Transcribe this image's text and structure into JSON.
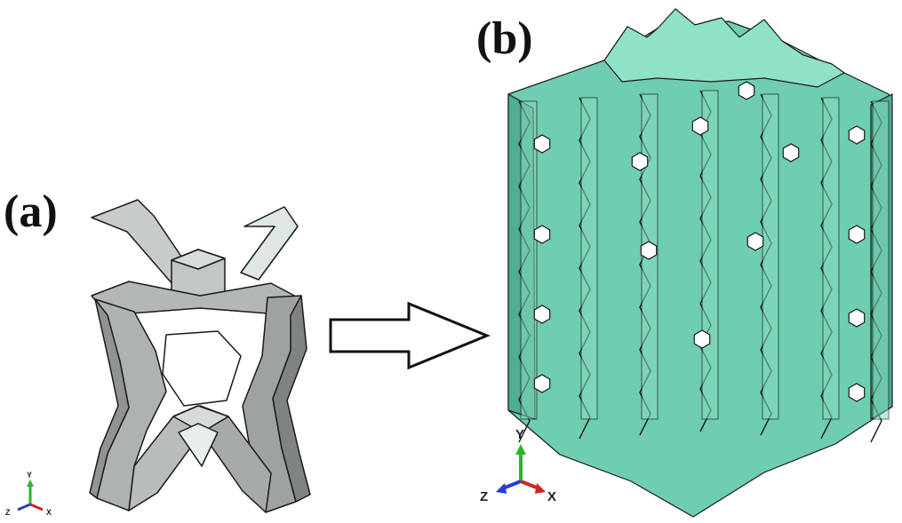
{
  "panel_a": {
    "label": "(a)",
    "axes": {
      "y": "Y",
      "z": "Z",
      "x": "X"
    }
  },
  "panel_b": {
    "label": "(b)",
    "axes": {
      "y": "Y",
      "z": "Z",
      "x": "X"
    }
  },
  "colors": {
    "unit_cell": "#b9bdbd",
    "lattice": "#74d3b7",
    "edge": "#1a1a1a",
    "axis_y": "#2bb52b",
    "axis_z": "#2b3bd6",
    "axis_x": "#c8282a"
  }
}
